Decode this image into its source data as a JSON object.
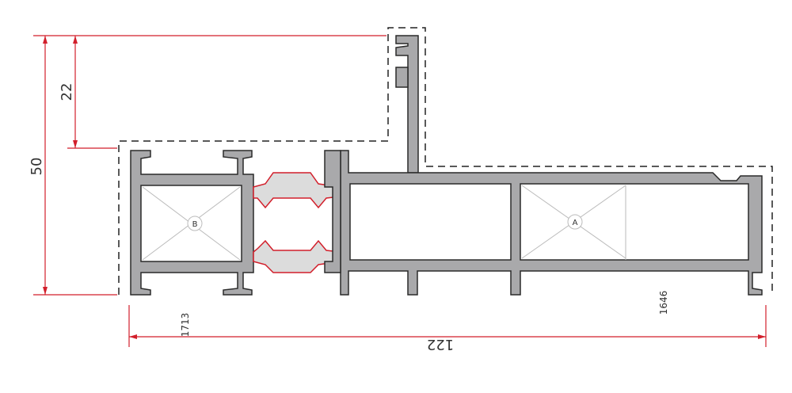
{
  "dimensions": {
    "overall_height": "50",
    "upper_height": "22",
    "overall_width": "122"
  },
  "profile_codes": {
    "left": "1713",
    "right": "1646"
  },
  "chamber_labels": {
    "left": "B",
    "right": "A"
  },
  "colors": {
    "dimension": "#d21f2b",
    "profile_fill": "#a9a9ab",
    "profile_stroke": "#2a2a2a",
    "insulation": "#d8d8d8",
    "outline_dashed": "#222222"
  }
}
